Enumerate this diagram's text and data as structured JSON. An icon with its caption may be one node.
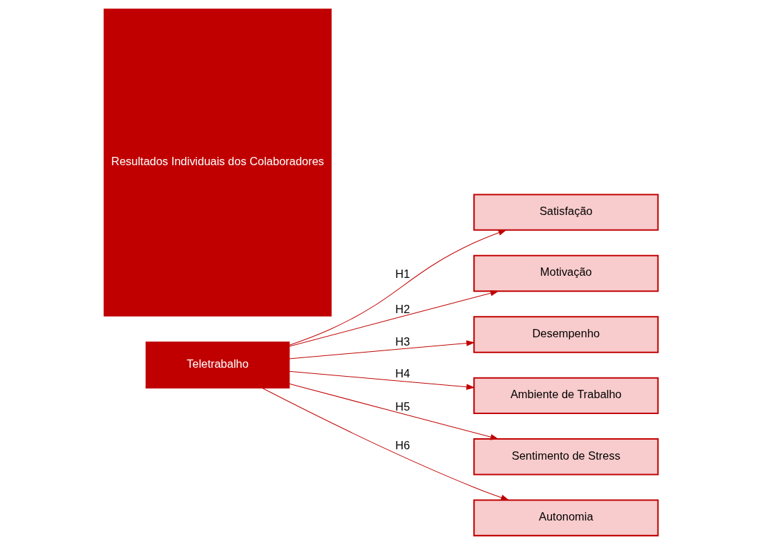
{
  "diagram": {
    "nodes": [
      {
        "text": [
          "Teletrabalho"
        ]
      },
      {
        "text": [
          "Satisfação"
        ]
      },
      {
        "text": [
          "Motivação"
        ]
      },
      {
        "text": [
          "Desempenho"
        ]
      },
      {
        "text": [
          "Ambiente de Trabalho"
        ]
      },
      {
        "text": [
          "Sentimento de Stress"
        ]
      },
      {
        "text": [
          "Autonomia"
        ]
      },
      {
        "text": [
          "Resultados Individuais dos Colaboradores"
        ]
      }
    ],
    "edges": [
      {
        "from": 0,
        "to": 1,
        "arrow": "to",
        "label": "H1"
      },
      {
        "from": 0,
        "to": 2,
        "arrow": "to",
        "label": "H2"
      },
      {
        "from": 0,
        "to": 3,
        "arrow": "to",
        "label": "H3"
      },
      {
        "from": 0,
        "to": 4,
        "arrow": "to",
        "label": "H4"
      },
      {
        "from": 0,
        "to": 5,
        "arrow": "to",
        "label": "H5"
      },
      {
        "from": 0,
        "to": 6,
        "arrow": "to",
        "label": "H6"
      }
    ]
  }
}
